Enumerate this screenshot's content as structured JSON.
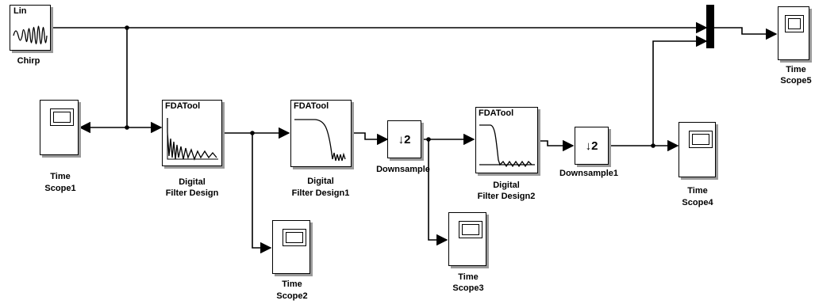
{
  "blocks": {
    "chirp": {
      "icon_text": "Lin",
      "label": "Chirp"
    },
    "scope1": {
      "label_line1": "Time",
      "label_line2": "Scope1"
    },
    "scope2": {
      "label_line1": "Time",
      "label_line2": "Scope2"
    },
    "scope3": {
      "label_line1": "Time",
      "label_line2": "Scope3"
    },
    "scope4": {
      "label_line1": "Time",
      "label_line2": "Scope4"
    },
    "scope5": {
      "label_line1": "Time",
      "label_line2": "Scope5"
    },
    "filter": {
      "icon_text": "FDATool",
      "label_line1": "Digital",
      "label_line2": "Filter Design"
    },
    "filter1": {
      "icon_text": "FDATool",
      "label_line1": "Digital",
      "label_line2": "Filter Design1"
    },
    "filter2": {
      "icon_text": "FDATool",
      "label_line1": "Digital",
      "label_line2": "Filter Design2"
    },
    "downsample": {
      "icon_text": "↓2",
      "label": "Downsample"
    },
    "downsample1": {
      "icon_text": "↓2",
      "label": "Downsample1"
    }
  }
}
